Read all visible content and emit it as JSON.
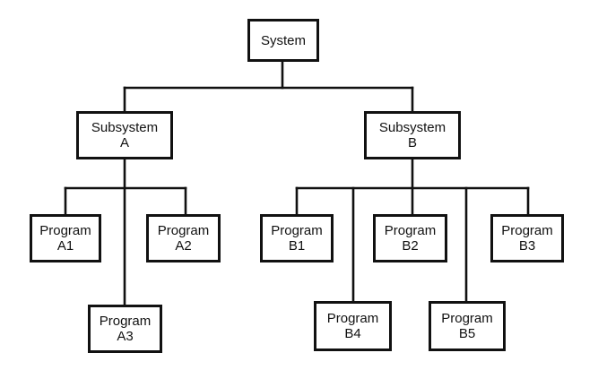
{
  "diagram": {
    "line_color": "#111111",
    "box_border_color": "#111111",
    "background": "#ffffff",
    "nodes": {
      "system": {
        "lines": [
          "System"
        ]
      },
      "subsystem_a": {
        "lines": [
          "Subsystem",
          "A"
        ]
      },
      "subsystem_b": {
        "lines": [
          "Subsystem",
          "B"
        ]
      },
      "program_a1": {
        "lines": [
          "Program",
          "A1"
        ]
      },
      "program_a2": {
        "lines": [
          "Program",
          "A2"
        ]
      },
      "program_a3": {
        "lines": [
          "Program",
          "A3"
        ]
      },
      "program_b1": {
        "lines": [
          "Program",
          "B1"
        ]
      },
      "program_b2": {
        "lines": [
          "Program",
          "B2"
        ]
      },
      "program_b3": {
        "lines": [
          "Program",
          "B3"
        ]
      },
      "program_b4": {
        "lines": [
          "Program",
          "B4"
        ]
      },
      "program_b5": {
        "lines": [
          "Program",
          "B5"
        ]
      }
    },
    "edges": [
      [
        "system",
        "subsystem_a"
      ],
      [
        "system",
        "subsystem_b"
      ],
      [
        "subsystem_a",
        "program_a1"
      ],
      [
        "subsystem_a",
        "program_a2"
      ],
      [
        "subsystem_a",
        "program_a3"
      ],
      [
        "subsystem_b",
        "program_b1"
      ],
      [
        "subsystem_b",
        "program_b2"
      ],
      [
        "subsystem_b",
        "program_b3"
      ],
      [
        "subsystem_b",
        "program_b4"
      ],
      [
        "subsystem_b",
        "program_b5"
      ]
    ]
  }
}
